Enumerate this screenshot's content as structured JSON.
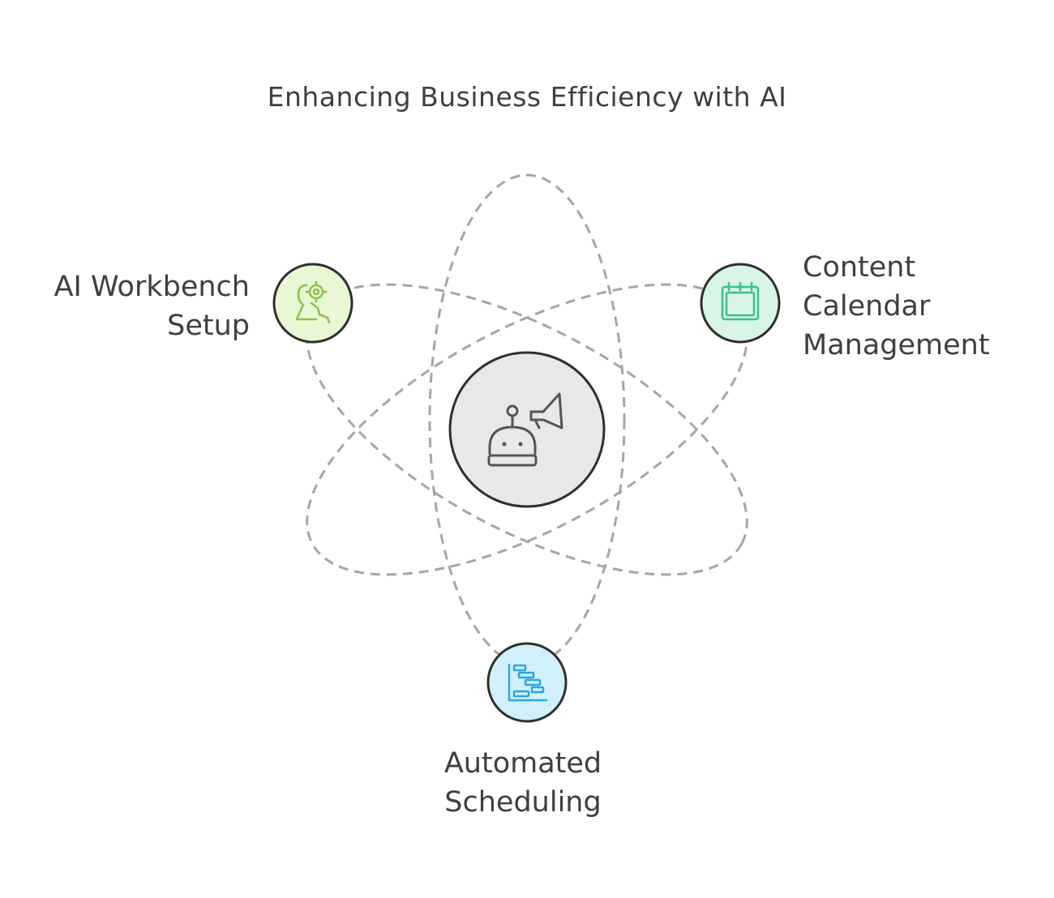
{
  "title": "Enhancing Business Efficiency with AI",
  "center": {
    "icon": "robot-megaphone-icon",
    "fill": "#e8e8e8"
  },
  "nodes": [
    {
      "id": "ai-workbench-setup",
      "lines": [
        "AI Workbench",
        "Setup"
      ],
      "icon": "person-gear-icon",
      "fill": "#e8f7d4",
      "accent": "#8bc34a"
    },
    {
      "id": "content-calendar-management",
      "lines": [
        "Content",
        "Calendar",
        "Management"
      ],
      "icon": "calendar-icon",
      "fill": "#d8f5e6",
      "accent": "#3cc08a"
    },
    {
      "id": "automated-scheduling",
      "lines": [
        "Automated",
        "Scheduling"
      ],
      "icon": "gantt-chart-icon",
      "fill": "#d2f0fb",
      "accent": "#29a8e0"
    }
  ],
  "colors": {
    "stroke": "#2f2f2f",
    "orbit": "#a6a6a6",
    "text": "#3f3f3f"
  }
}
